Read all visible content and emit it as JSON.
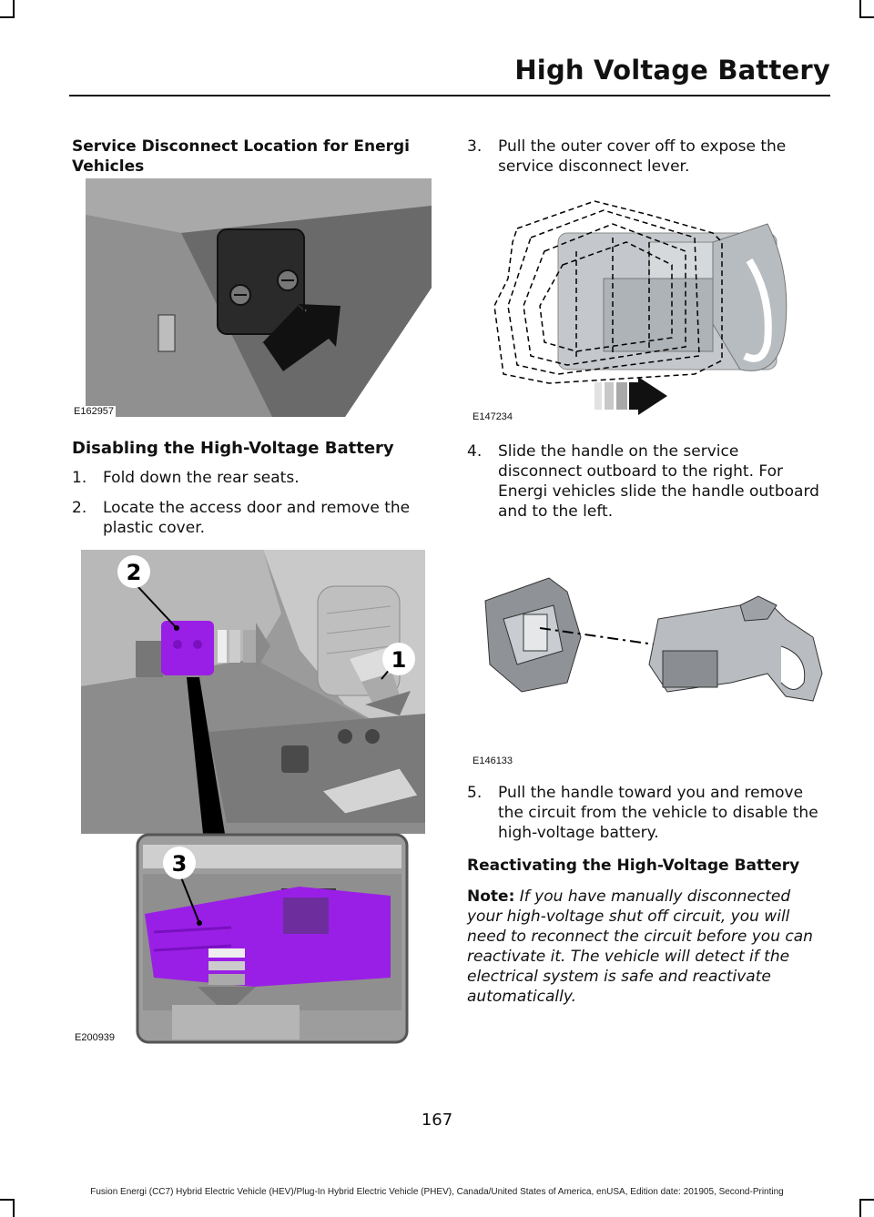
{
  "header": {
    "title": "High Voltage Battery"
  },
  "left": {
    "figure1_heading": "Service Disconnect Location for Energi Vehicles",
    "figure1_code": "E162957",
    "section_heading": "Disabling the High-Voltage Battery",
    "steps": [
      {
        "num": "1.",
        "text": "Fold down the rear seats."
      },
      {
        "num": "2.",
        "text": "Locate the access door and remove the plastic cover."
      }
    ],
    "figure2_callouts": [
      "2",
      "1",
      "3"
    ],
    "figure2_code": "E200939"
  },
  "right": {
    "steps": [
      {
        "num": "3.",
        "text": "Pull the outer cover off to expose the service disconnect lever."
      },
      {
        "num": "4.",
        "text": "Slide the handle on the service disconnect outboard to the right. For Energi vehicles slide the handle outboard and to the left."
      },
      {
        "num": "5.",
        "text": "Pull the handle toward you and remove the circuit from the vehicle to disable the high-voltage battery."
      }
    ],
    "figure3_code": "E147234",
    "figure4_code": "E146133",
    "section_heading": "Reactivating the High-Voltage Battery",
    "note_label": "Note:",
    "note_text": "If you have manually disconnected your high-voltage shut off circuit, you will need to reconnect the circuit before you can reactivate it. The vehicle will detect if the electrical system is safe and reactivate automatically."
  },
  "footer": {
    "page_number": "167",
    "text": "Fusion Energi (CC7) Hybrid Electric Vehicle (HEV)/Plug-In Hybrid Electric Vehicle (PHEV), Canada/United States of America, enUSA, Edition date: 201905, Second-Printing"
  },
  "colors": {
    "highlight": "#9a1fe6",
    "photo_gray": "#8a8a8a"
  }
}
